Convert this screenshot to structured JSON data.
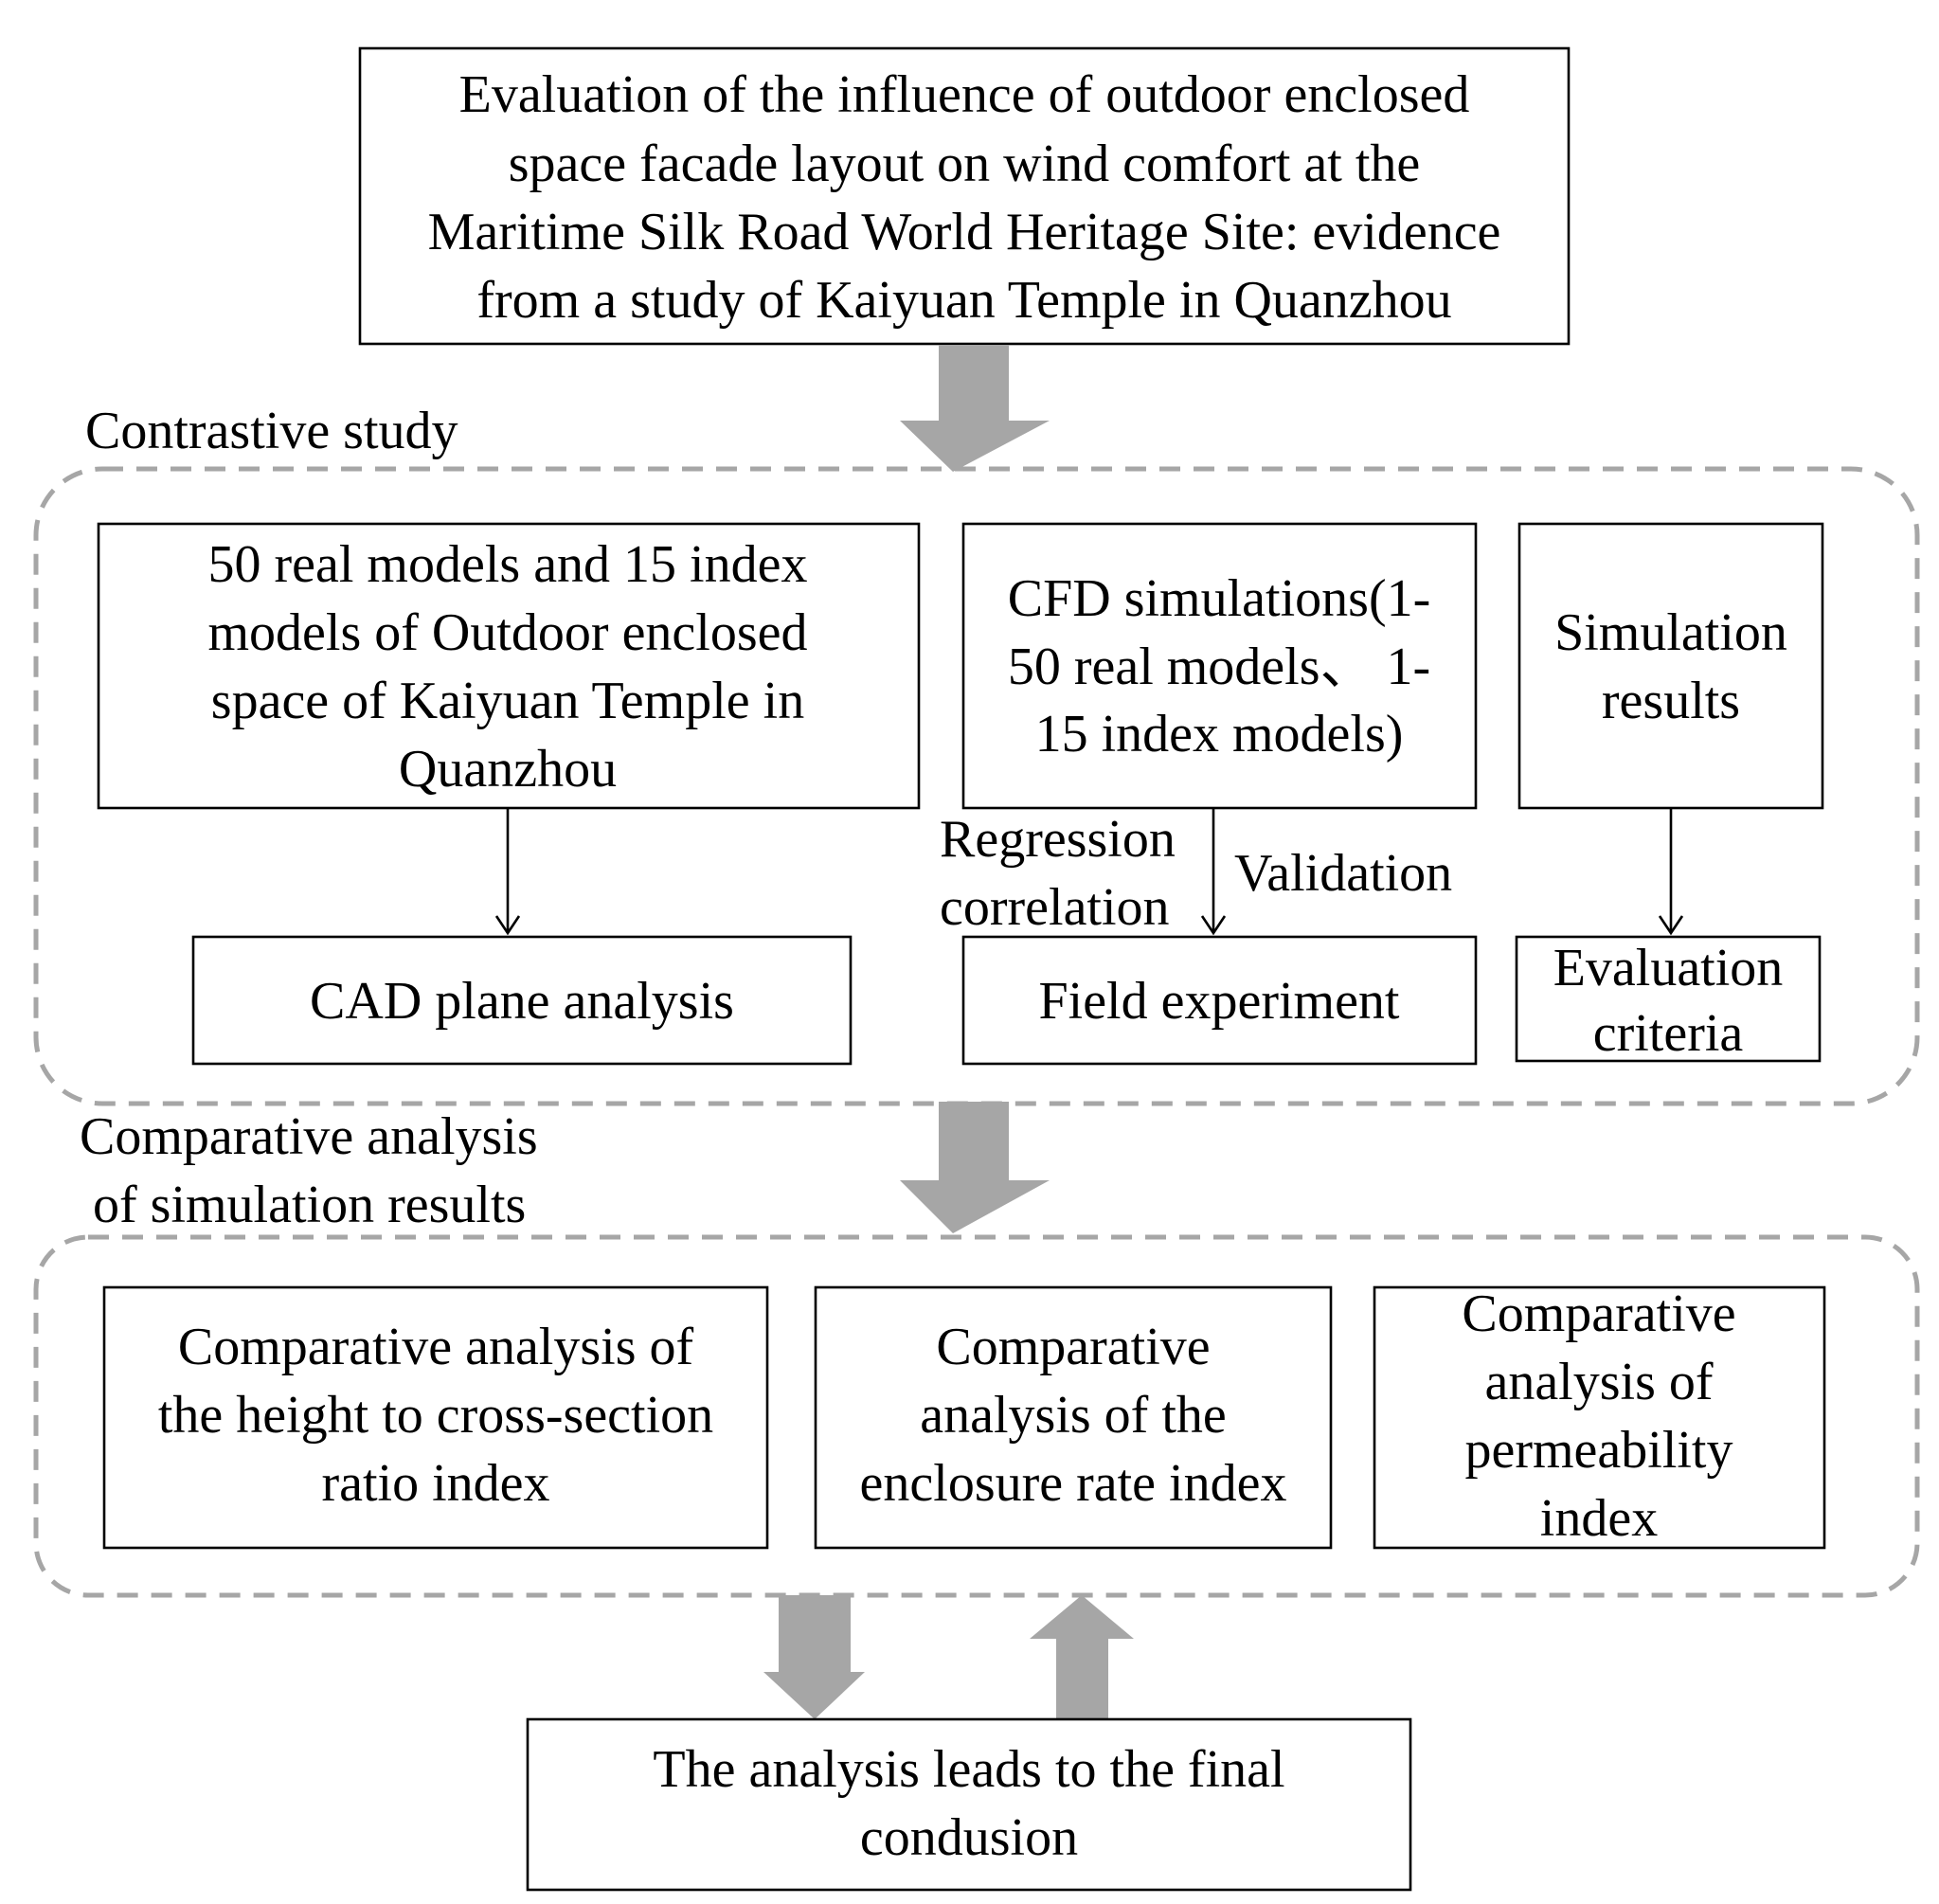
{
  "title_box": {
    "lines": [
      "Evaluation of the influence of outdoor enclosed",
      "space facade layout on wind comfort at the",
      "Maritime Silk Road World Heritage Site: evidence",
      "from a study of Kaiyuan Temple in Quanzhou"
    ]
  },
  "section1": {
    "label": "Contrastive study",
    "models_box": [
      "50 real models and 15 index",
      "models of Outdoor enclosed",
      "space of Kaiyuan Temple in",
      "Quanzhou"
    ],
    "cfd_box": [
      "CFD simulations(1-",
      "50 real models、 1-",
      "15 index models)"
    ],
    "results_box": [
      "Simulation",
      "results"
    ],
    "cad_box": [
      "CAD plane analysis"
    ],
    "field_box": [
      "Field experiment"
    ],
    "criteria_box": [
      "Evaluation",
      "criteria"
    ],
    "regression_label": [
      "Regression",
      "correlation"
    ],
    "validation_label": "Validation"
  },
  "section2": {
    "label": [
      "Comparative analysis",
      "of simulation results"
    ],
    "height_box": [
      "Comparative analysis of",
      "the height to cross-section",
      "ratio index"
    ],
    "enclosure_box": [
      "Comparative",
      "analysis of the",
      "enclosure rate index"
    ],
    "permeability_box": [
      "Comparative",
      "analysis of",
      "permeability",
      "index"
    ]
  },
  "conclusion_box": [
    "The analysis leads to the final",
    "condusion"
  ],
  "colors": {
    "arrow": "#a6a6a6",
    "dash": "#a6a6a6",
    "line": "#000000"
  }
}
